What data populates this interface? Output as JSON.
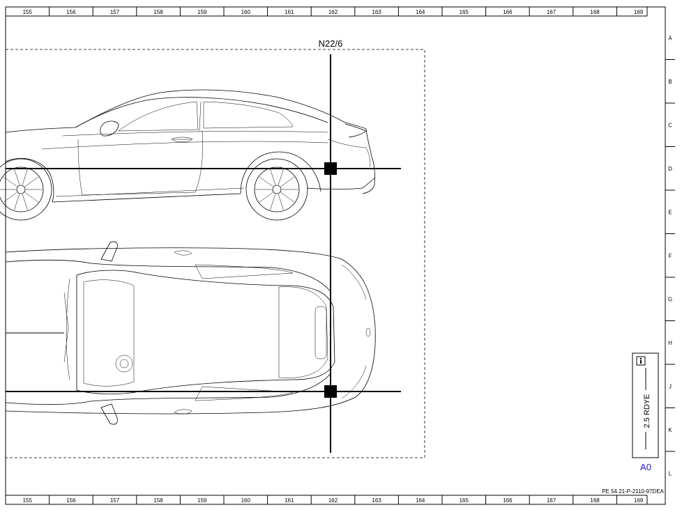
{
  "top_ruler": [
    "155",
    "156",
    "157",
    "158",
    "159",
    "160",
    "161",
    "162",
    "163",
    "164",
    "165",
    "166",
    "167",
    "168",
    "169"
  ],
  "bottom_ruler": [
    "155",
    "156",
    "157",
    "158",
    "159",
    "160",
    "161",
    "162",
    "163",
    "164",
    "165",
    "166",
    "167",
    "168",
    "169"
  ],
  "row_letters": [
    "A",
    "B",
    "C",
    "D",
    "E",
    "F",
    "G",
    "H",
    "J",
    "K",
    "L"
  ],
  "connector": {
    "label": "N22/6"
  },
  "wire": {
    "label": "2.5 RDYE",
    "icon": "info-icon"
  },
  "ground": {
    "label": "A0"
  },
  "document_ref": "PE 54.21-P-2110-97DEA"
}
